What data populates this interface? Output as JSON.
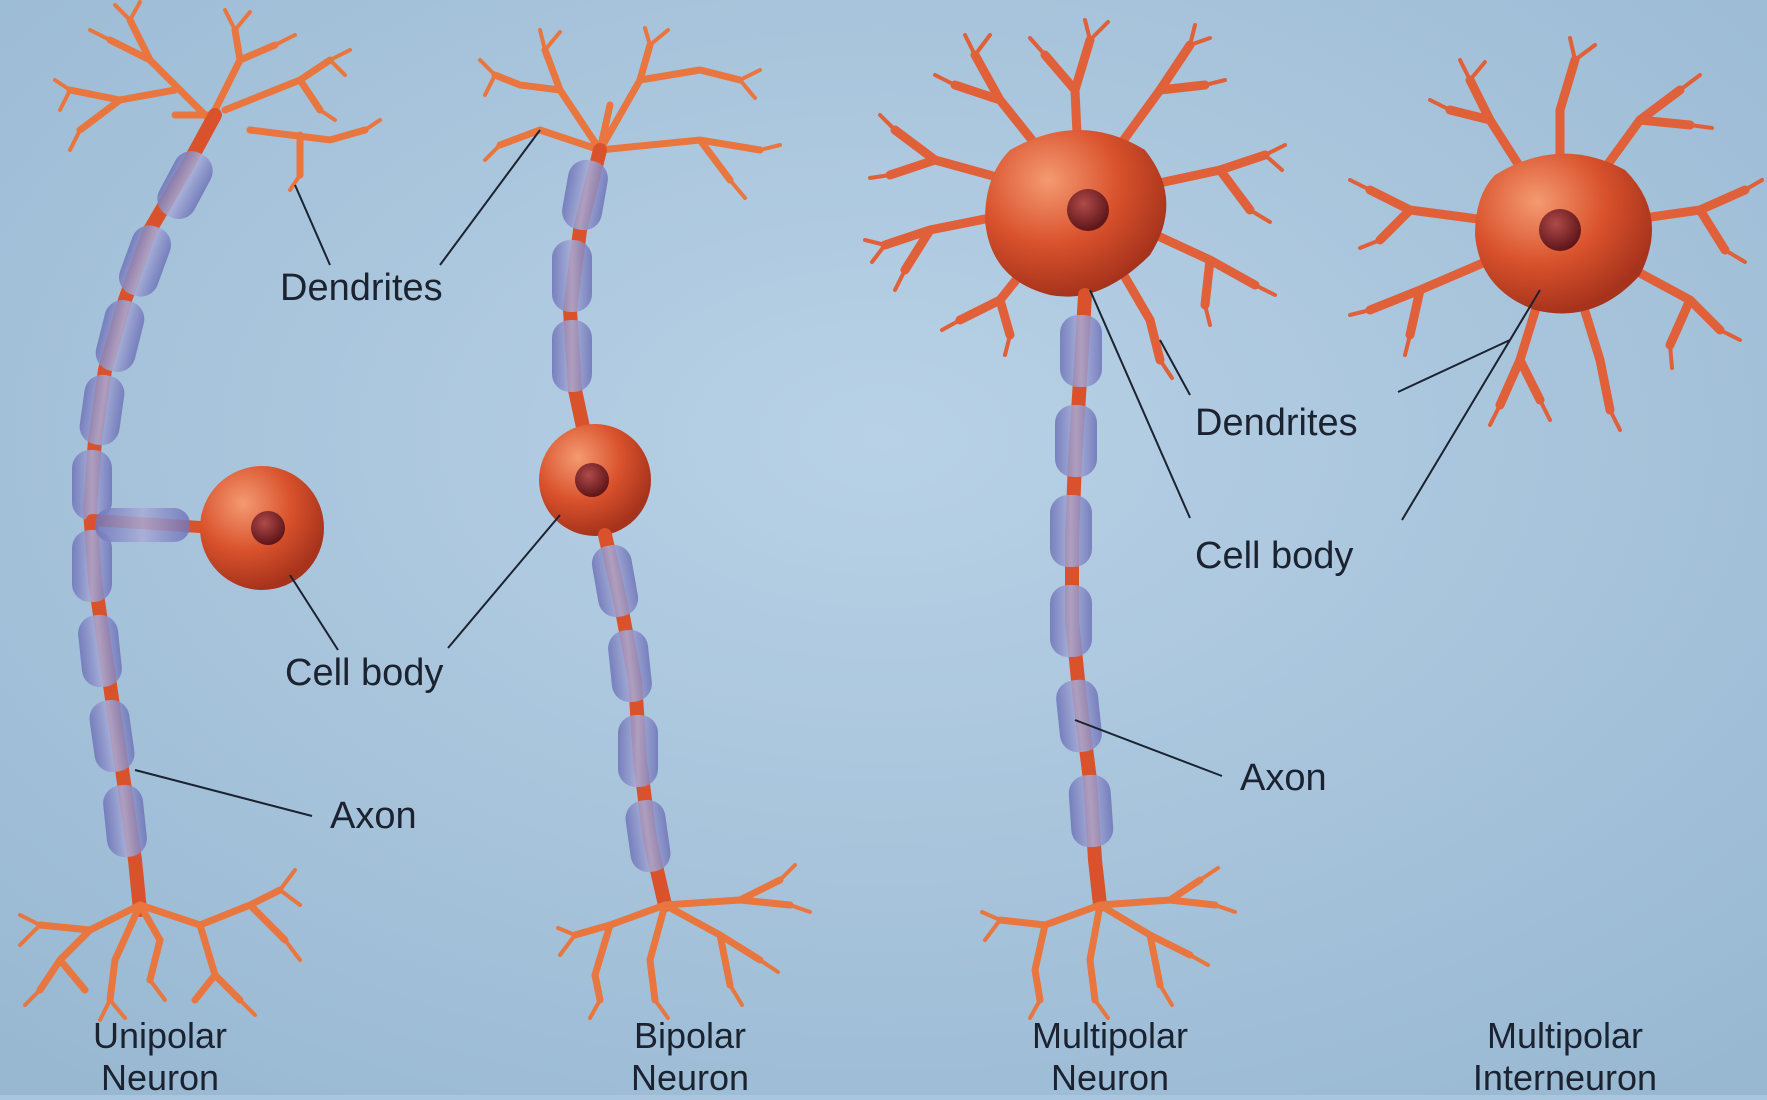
{
  "neurons": [
    {
      "id": "unipolar",
      "title": [
        "Unipolar",
        "Neuron"
      ],
      "labels": {
        "dendrites": "Dendrites",
        "cell_body": "Cell body",
        "axon": "Axon"
      }
    },
    {
      "id": "bipolar",
      "title": [
        "Bipolar",
        "Neuron"
      ],
      "labels": {
        "cell_body": "Cell body"
      }
    },
    {
      "id": "multipolar",
      "title": [
        "Multipolar",
        "Neuron"
      ],
      "labels": {
        "axon": "Axon"
      }
    },
    {
      "id": "interneuron",
      "title": [
        "Multipolar",
        "Interneuron"
      ]
    }
  ],
  "shared_labels": {
    "dendrites": "Dendrites",
    "cell_body": "Cell body"
  },
  "colors": {
    "background": "#a9c6de",
    "neuron_fill": "#d9522c",
    "dendrite": "#e8763e",
    "myelin": "#7f86c4",
    "nucleus": "#7a1f22",
    "label_text": "#1b2230"
  }
}
